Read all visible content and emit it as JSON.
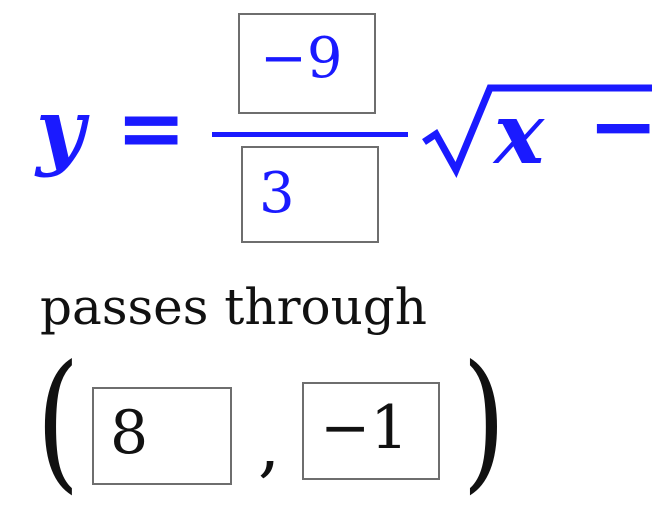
{
  "equation": {
    "lhs": "y",
    "equals": "=",
    "numerator_value": "−9",
    "denominator_value": "3",
    "radicand_var": "x",
    "radicand_op": "−"
  },
  "statement": "passes through",
  "point": {
    "open_paren": "(",
    "x_value": "8",
    "separator": ",",
    "y_value": "−1",
    "close_paren": ")"
  },
  "colors": {
    "math": "#1a1aff",
    "text": "#111111",
    "box_border": "#6e6e6e"
  }
}
